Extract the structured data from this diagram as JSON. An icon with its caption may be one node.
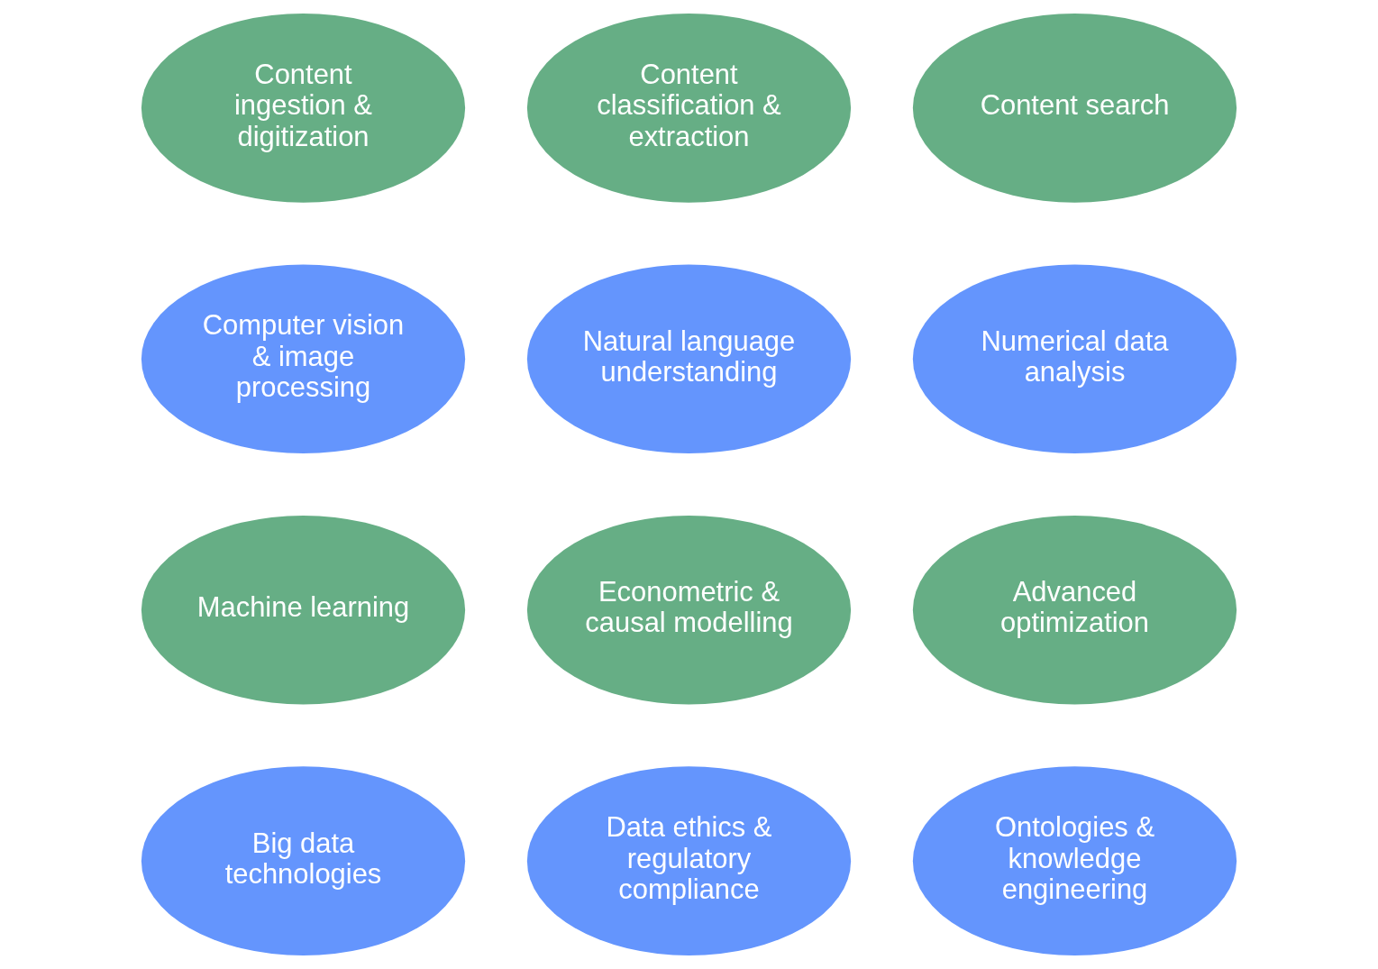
{
  "diagram": {
    "nodes": [
      {
        "text": [
          "Content ingestion & digitization"
        ]
      },
      {
        "text": [
          "Content classification & extraction"
        ]
      },
      {
        "text": [
          "Content search"
        ]
      },
      {
        "text": [
          "Computer vision & image processing"
        ]
      },
      {
        "text": [
          "Natural language understanding"
        ]
      },
      {
        "text": [
          "Numerical data analysis"
        ]
      },
      {
        "text": [
          "Machine learning"
        ]
      },
      {
        "text": [
          "Econometric & causal modelling"
        ]
      },
      {
        "text": [
          "Advanced optimization"
        ]
      },
      {
        "text": [
          "Big data technologies"
        ]
      },
      {
        "text": [
          "Data ethics & regulatory compliance"
        ]
      },
      {
        "text": [
          "Ontologies & knowledge engineering"
        ]
      }
    ]
  }
}
